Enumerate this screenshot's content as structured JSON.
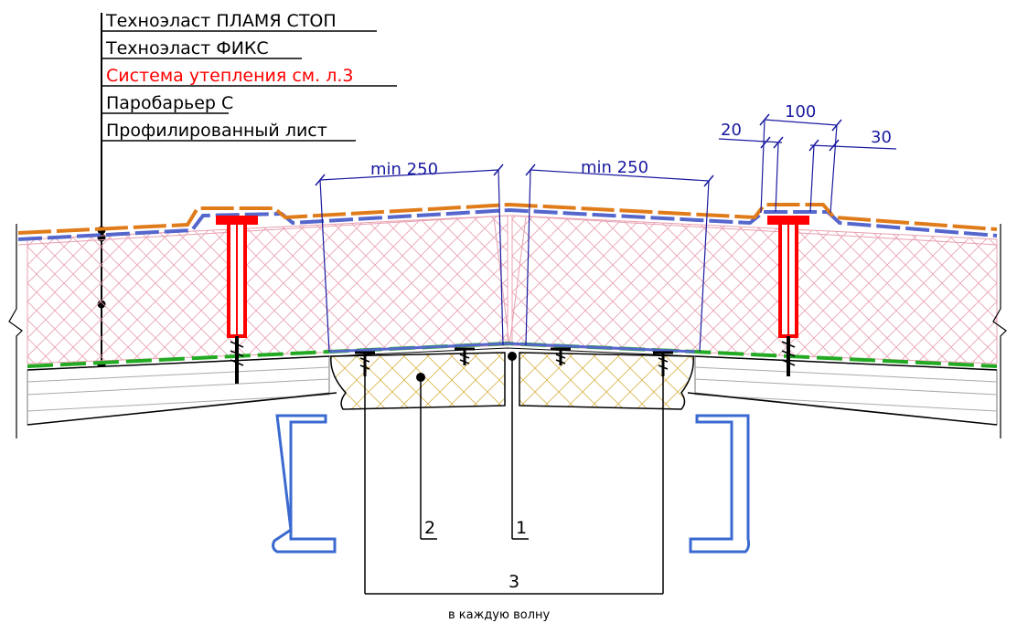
{
  "layers": [
    {
      "text": "Техноэласт ПЛАМЯ СТОП",
      "color": "#000000"
    },
    {
      "text": "Техноэласт ФИКС",
      "color": "#000000"
    },
    {
      "text": "Система утепления см. л.3",
      "color": "#ff0000"
    },
    {
      "text": "Паробарьер С",
      "color": "#000000"
    },
    {
      "text": "Профилированный лист",
      "color": "#000000"
    }
  ],
  "dimensions": {
    "left_overlap": "min 250",
    "right_overlap": "min 250",
    "top_width": "100",
    "left_offset": "20",
    "right_offset": "30"
  },
  "callouts": {
    "c1": "1",
    "c2": "2",
    "c3": "3",
    "c3_note": "в каждую волну"
  },
  "colors": {
    "top_membrane": "#e07b1a",
    "base_membrane": "#5566cc",
    "insulation_hatch": "#e8a0b0",
    "vapor_barrier": "#22aa22",
    "anchor": "#ff0000",
    "dimension": "#1a1aa0",
    "purlin": "#3a6ad0",
    "wood_block": "#d8b44a"
  }
}
